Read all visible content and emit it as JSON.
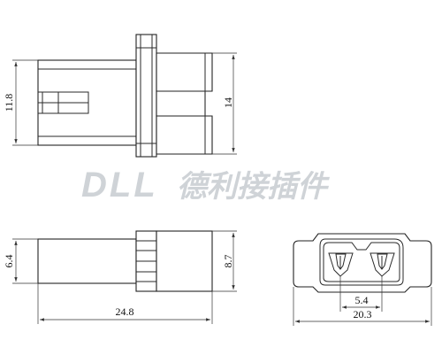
{
  "watermark": {
    "brand": "DLL",
    "tagline": "德利接插件",
    "color": "#cfd3d7"
  },
  "top_view": {
    "height_label": "11.8",
    "overall_label": "14"
  },
  "side_view": {
    "height_label": "6.4",
    "flange_label": "8.7",
    "length_label": "24.8"
  },
  "end_view": {
    "pitch_label": "5.4",
    "width_label": "20.3"
  }
}
